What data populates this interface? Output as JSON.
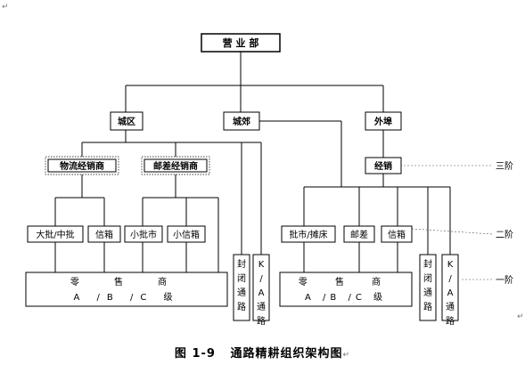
{
  "nodes": {
    "sales_dept": "营 业 部",
    "urban": "城区",
    "suburb": "城郊",
    "outer": "外埠",
    "logistics_dealer": "物流经销商",
    "post_dealer": "邮差经销商",
    "dealer": "经销",
    "wholesale": "大批/中批",
    "mailbox_l": "信箱",
    "small_wholesale": "小批市",
    "small_mailbox": "小信箱",
    "market_stall": "批市/摊床",
    "postman": "邮差",
    "mailbox_r": "信箱",
    "closed_channel": "封闭通路",
    "ka_channel": "K/A通路",
    "retailer_title": "零 售 商",
    "retailer_grades": "A /B /C 级"
  },
  "levels": {
    "third": "三阶",
    "second": "二阶",
    "first": "一阶"
  },
  "caption": {
    "label": "图 1-9",
    "title": "通路精耕组织架构图"
  },
  "marks": {
    "return": "↵"
  }
}
